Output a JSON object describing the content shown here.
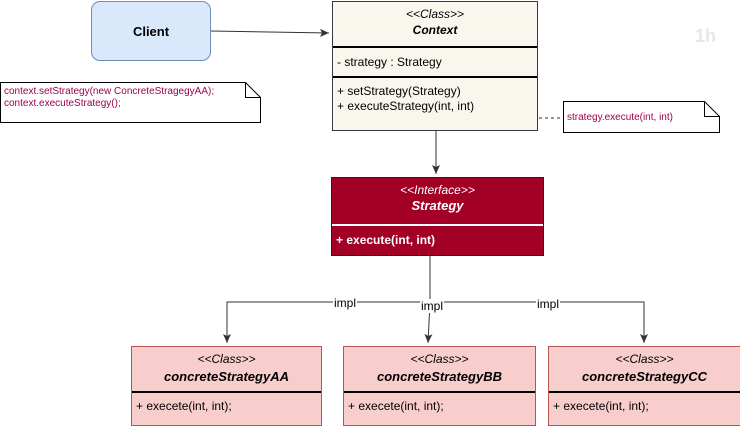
{
  "client": {
    "label": "Client"
  },
  "context": {
    "stereotype": "<<Class>>",
    "name": "Context",
    "fields": [
      "- strategy : Strategy"
    ],
    "methods": [
      "+ setStrategy(Strategy)",
      "+ executeStrategy(int, int)"
    ]
  },
  "strategy": {
    "stereotype": "<<Interface>>",
    "name": "Strategy",
    "methods": [
      "+ execute(int, int)"
    ]
  },
  "implementations": [
    {
      "stereotype": "<<Class>>",
      "name": "concreteStrategyAA",
      "methods": [
        "+ execete(int, int);"
      ]
    },
    {
      "stereotype": "<<Class>>",
      "name": "concreteStrategyBB",
      "methods": [
        "+ execete(int, int);"
      ]
    },
    {
      "stereotype": "<<Class>>",
      "name": "concreteStrategyCC",
      "methods": [
        "+ execete(int, int);"
      ]
    }
  ],
  "edge_labels": [
    "impl",
    "impl",
    "impl"
  ],
  "notes": [
    {
      "lines": [
        "context.setStrategy(new ConcreteStragegyAA);",
        "context.executeStrategy();"
      ]
    },
    {
      "lines": [
        "strategy.execute(int, int)"
      ]
    }
  ],
  "watermark": "1h",
  "colors": {
    "client_fill": "#dae8fc",
    "context_fill": "#f9f7ed",
    "interface_fill": "#a20025",
    "impl_fill": "#f8cecc",
    "note_text": "#a0004b"
  }
}
